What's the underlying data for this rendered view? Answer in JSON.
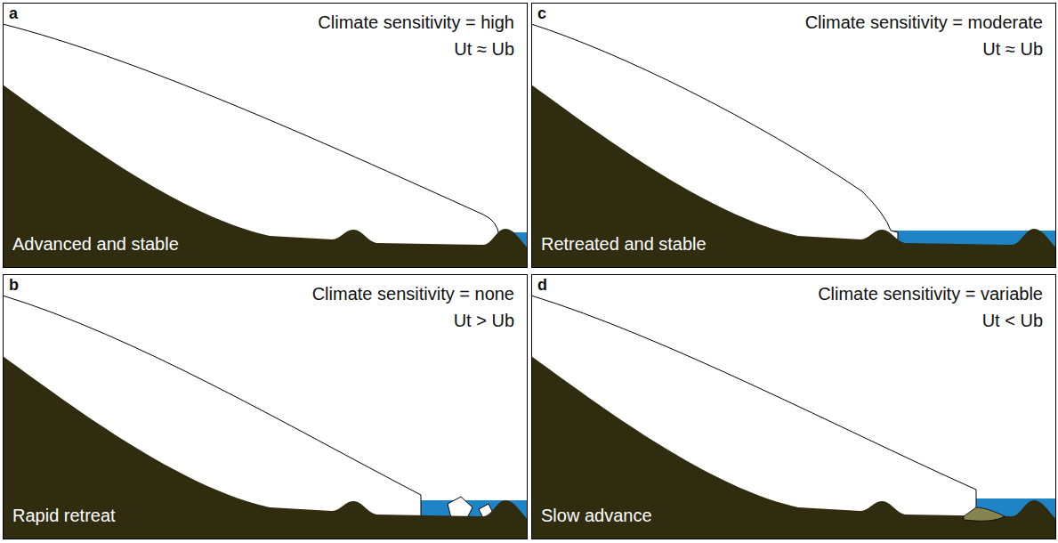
{
  "diagram": {
    "nodes": [
      {
        "text": [
          "a",
          "Climate sensitivity = high",
          "Ut ≈ Ub",
          "Advanced and stable"
        ]
      },
      {
        "text": [
          "c",
          "Climate sensitivity = moderate",
          "Ut ≈ Ub",
          "Retreated and stable"
        ]
      },
      {
        "text": [
          "b",
          "Climate sensitivity = none",
          "Ut > Ub",
          "Rapid retreat"
        ]
      },
      {
        "text": [
          "d",
          "Climate sensitivity = variable",
          "Ut < Ub",
          "Slow advance"
        ]
      }
    ]
  }
}
